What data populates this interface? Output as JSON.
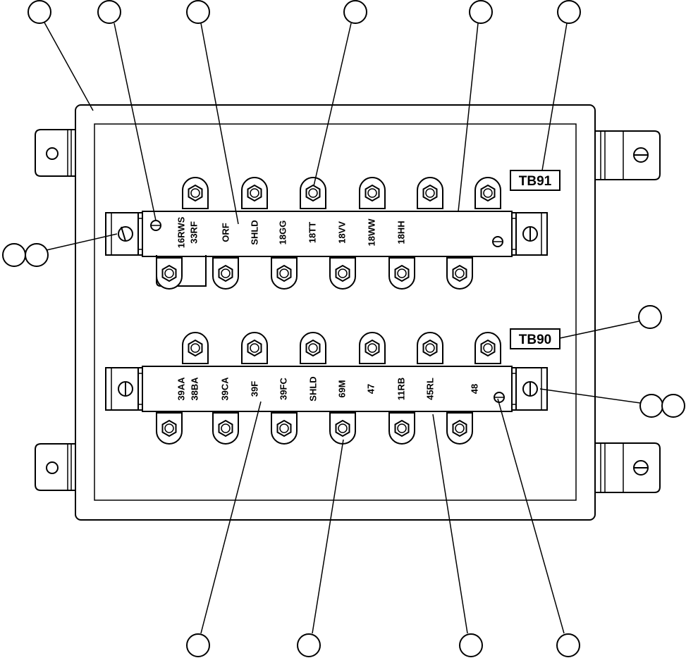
{
  "tags": {
    "upper": "TB91",
    "lower": "TB90"
  },
  "upper_terminals": [
    "16RWS",
    "33RF",
    "ORF",
    "SHLD",
    "18GG",
    "18TT",
    "18VV",
    "18WW",
    "18HH"
  ],
  "lower_terminals": [
    "39AA",
    "38BA",
    "39CA",
    "39F",
    "39FC",
    "SHLD",
    "69M",
    "47",
    "11RB",
    "45RL",
    "48"
  ]
}
